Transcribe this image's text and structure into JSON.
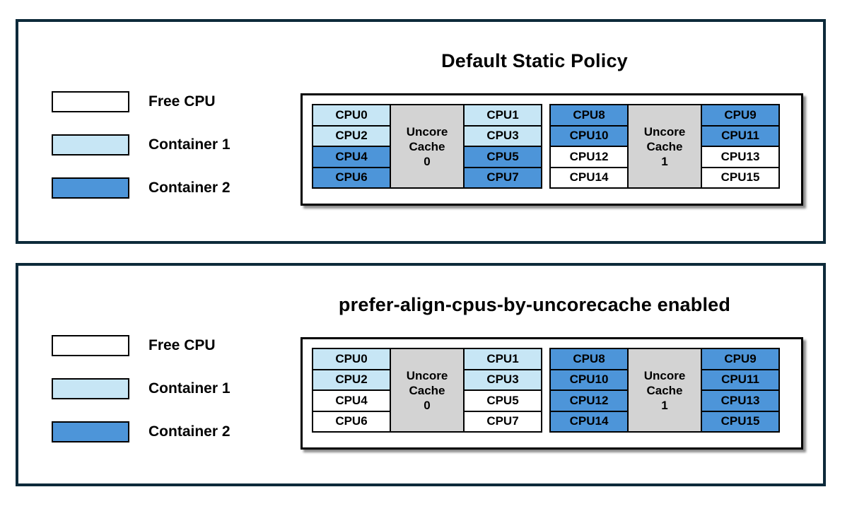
{
  "colors": {
    "free_cpu": "#FFFFFF",
    "container1": "#C7E6F5",
    "container2": "#4D95D9",
    "uncore_cache": "#D3D3D3",
    "panel_border": "#0D2A3A"
  },
  "legend": {
    "items": [
      {
        "label": "Free CPU",
        "state": "free_cpu"
      },
      {
        "label": "Container 1",
        "state": "container1"
      },
      {
        "label": "Container 2",
        "state": "container2"
      }
    ]
  },
  "panels": [
    {
      "title": "Default Static Policy",
      "groups": [
        {
          "cache_lines": [
            "Uncore",
            "Cache",
            "0"
          ],
          "left_cpus": [
            {
              "label": "CPU0",
              "state": "container1"
            },
            {
              "label": "CPU2",
              "state": "container1"
            },
            {
              "label": "CPU4",
              "state": "container2"
            },
            {
              "label": "CPU6",
              "state": "container2"
            }
          ],
          "right_cpus": [
            {
              "label": "CPU1",
              "state": "container1"
            },
            {
              "label": "CPU3",
              "state": "container1"
            },
            {
              "label": "CPU5",
              "state": "container2"
            },
            {
              "label": "CPU7",
              "state": "container2"
            }
          ]
        },
        {
          "cache_lines": [
            "Uncore",
            "Cache",
            "1"
          ],
          "left_cpus": [
            {
              "label": "CPU8",
              "state": "container2"
            },
            {
              "label": "CPU10",
              "state": "container2"
            },
            {
              "label": "CPU12",
              "state": "free_cpu"
            },
            {
              "label": "CPU14",
              "state": "free_cpu"
            }
          ],
          "right_cpus": [
            {
              "label": "CPU9",
              "state": "container2"
            },
            {
              "label": "CPU11",
              "state": "container2"
            },
            {
              "label": "CPU13",
              "state": "free_cpu"
            },
            {
              "label": "CPU15",
              "state": "free_cpu"
            }
          ]
        }
      ]
    },
    {
      "title": "prefer-align-cpus-by-uncorecache enabled",
      "groups": [
        {
          "cache_lines": [
            "Uncore",
            "Cache",
            "0"
          ],
          "left_cpus": [
            {
              "label": "CPU0",
              "state": "container1"
            },
            {
              "label": "CPU2",
              "state": "container1"
            },
            {
              "label": "CPU4",
              "state": "free_cpu"
            },
            {
              "label": "CPU6",
              "state": "free_cpu"
            }
          ],
          "right_cpus": [
            {
              "label": "CPU1",
              "state": "container1"
            },
            {
              "label": "CPU3",
              "state": "container1"
            },
            {
              "label": "CPU5",
              "state": "free_cpu"
            },
            {
              "label": "CPU7",
              "state": "free_cpu"
            }
          ]
        },
        {
          "cache_lines": [
            "Uncore",
            "Cache",
            "1"
          ],
          "left_cpus": [
            {
              "label": "CPU8",
              "state": "container2"
            },
            {
              "label": "CPU10",
              "state": "container2"
            },
            {
              "label": "CPU12",
              "state": "container2"
            },
            {
              "label": "CPU14",
              "state": "container2"
            }
          ],
          "right_cpus": [
            {
              "label": "CPU9",
              "state": "container2"
            },
            {
              "label": "CPU11",
              "state": "container2"
            },
            {
              "label": "CPU13",
              "state": "container2"
            },
            {
              "label": "CPU15",
              "state": "container2"
            }
          ]
        }
      ]
    }
  ]
}
